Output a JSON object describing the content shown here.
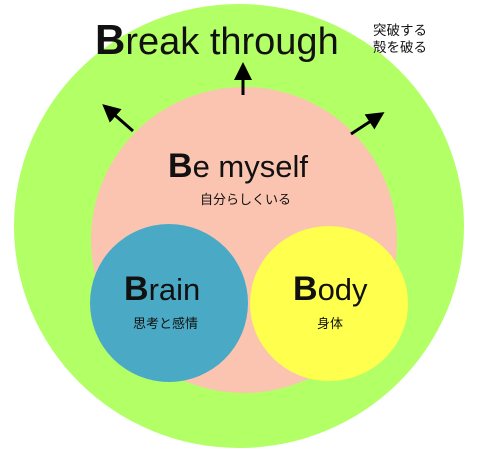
{
  "colors": {
    "outer_circle": "#b3ff66",
    "middle_circle": "#fbc4b1",
    "brain_circle": "#4aaac6",
    "body_circle": "#ffff4d",
    "arrow": "#000000"
  },
  "outer": {
    "title_cap": "B",
    "title_rest": "reak through",
    "subtitle_line1": "突破する",
    "subtitle_line2": "殻を破る"
  },
  "middle": {
    "title_cap": "B",
    "title_rest": "e myself",
    "subtitle": "自分らしくいる"
  },
  "brain": {
    "title_cap": "B",
    "title_rest": "rain",
    "subtitle": "思考と感情"
  },
  "body": {
    "title_cap": "B",
    "title_rest": "ody",
    "subtitle": "身体"
  }
}
